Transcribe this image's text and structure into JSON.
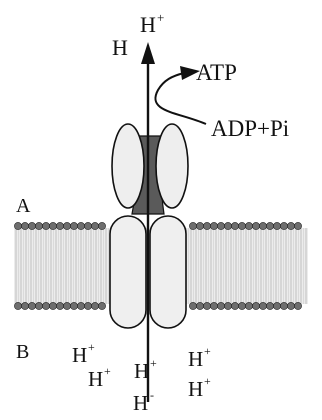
{
  "labels": {
    "h_top": "H",
    "hplus_top": "H",
    "plus_sign": "+",
    "atp": "ATP",
    "adp_pi": "ADP+Pi",
    "side_a": "A",
    "side_b": "B",
    "minus_sign": "-",
    "h_ion": "H"
  },
  "colors": {
    "ink": "#111111",
    "head_row": "#6e6e6e",
    "tail_fill": "#e6e6e6",
    "protein_fill": "#ededed",
    "channel_fill": "#585858",
    "background": "#ffffff"
  }
}
